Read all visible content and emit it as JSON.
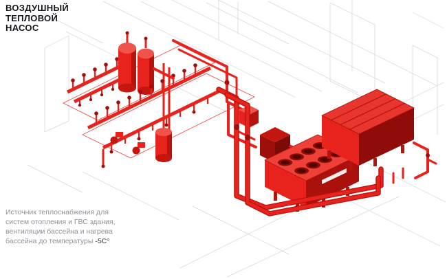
{
  "title": {
    "line1": "ВОЗДУШНЫЙ",
    "line2": "ТЕПЛОВОЙ",
    "line3": "НАСОС"
  },
  "caption": {
    "line1": "Источник теплоснабжения для",
    "line2": "систем отопления и ГВС здания,",
    "line3": "вентиляции бассейна и нагрева",
    "line4": "бассейна до температуры ",
    "temp": "-5С°"
  },
  "colors": {
    "accent_red": "#e8221c",
    "mid_red": "#c4150f",
    "dark_red": "#9e0f0b",
    "top_red": "#ef4038",
    "fan_dark": "#8c0d08",
    "title_text": "#15151c",
    "caption_text": "#8d9198",
    "wireframe_gray": "#d6d6d6",
    "background": "#ffffff"
  },
  "scene": {
    "elements": [
      "background-wireframe",
      "piping-skid",
      "buffer-tanks",
      "hydraulic-manifolds",
      "pump-group",
      "control-cabinet",
      "heat-pump-unit-with-fans",
      "heat-pump-unit-right",
      "main-pipelines"
    ]
  }
}
